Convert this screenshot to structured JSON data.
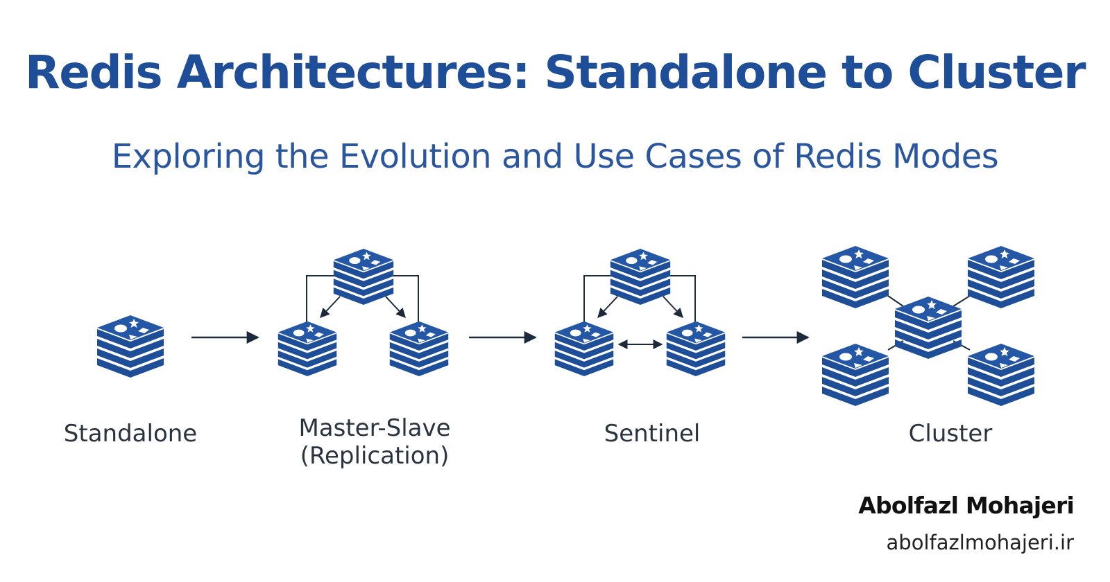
{
  "header": {
    "title": "Redis Architectures: Standalone to Cluster",
    "subtitle": "Exploring the Evolution and Use Cases of Redis Modes"
  },
  "stages": [
    {
      "label_lines": [
        "Standalone"
      ]
    },
    {
      "label_lines": [
        "Master-Slave",
        "(Replication)"
      ]
    },
    {
      "label_lines": [
        "Sentinel"
      ]
    },
    {
      "label_lines": [
        "Cluster"
      ]
    }
  ],
  "footer": {
    "author": "Abolfazl Mohajeri",
    "website": "abolfazlmohajeri.ir"
  },
  "colors": {
    "title": "#1f4e99",
    "subtitle": "#2a56a0",
    "icon": "#1f4e99",
    "arrow": "#1c2a3a",
    "connector": "#1c2a3a",
    "label": "#2a3340"
  },
  "icons": {
    "node": "redis-stack-icon"
  }
}
